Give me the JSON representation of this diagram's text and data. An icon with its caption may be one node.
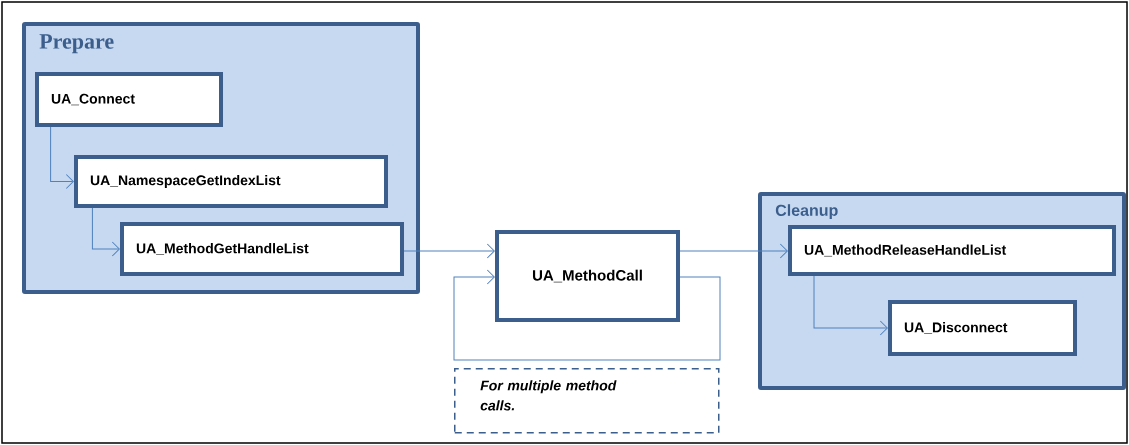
{
  "diagram": {
    "nodes": [
      {
        "text": [
          "Prepare"
        ]
      },
      {
        "text": [
          "UA_Connect"
        ],
        "in": 0
      },
      {
        "text": [
          "UA_NamespaceGetIndexList"
        ],
        "in": 0
      },
      {
        "text": [
          "UA_MethodGetHandleList"
        ],
        "in": 0
      },
      {
        "text": [
          "UA_MethodCall"
        ]
      },
      {
        "text": [
          "For multiple method calls."
        ]
      },
      {
        "text": [
          "Cleanup"
        ]
      },
      {
        "text": [
          "UA_MethodReleaseHandleList"
        ],
        "in": 6
      },
      {
        "text": [
          "UA_Disconnect"
        ],
        "in": 6
      }
    ],
    "edges": [
      {
        "from": 1,
        "to": 2,
        "arrow": "to"
      },
      {
        "from": 2,
        "to": 3,
        "arrow": "to"
      },
      {
        "from": 3,
        "to": 4,
        "arrow": "to"
      },
      {
        "from": 4,
        "to": 4,
        "arrow": "to"
      },
      {
        "from": 4,
        "to": 7,
        "arrow": "to"
      },
      {
        "from": 7,
        "to": 8,
        "arrow": "to"
      }
    ]
  }
}
